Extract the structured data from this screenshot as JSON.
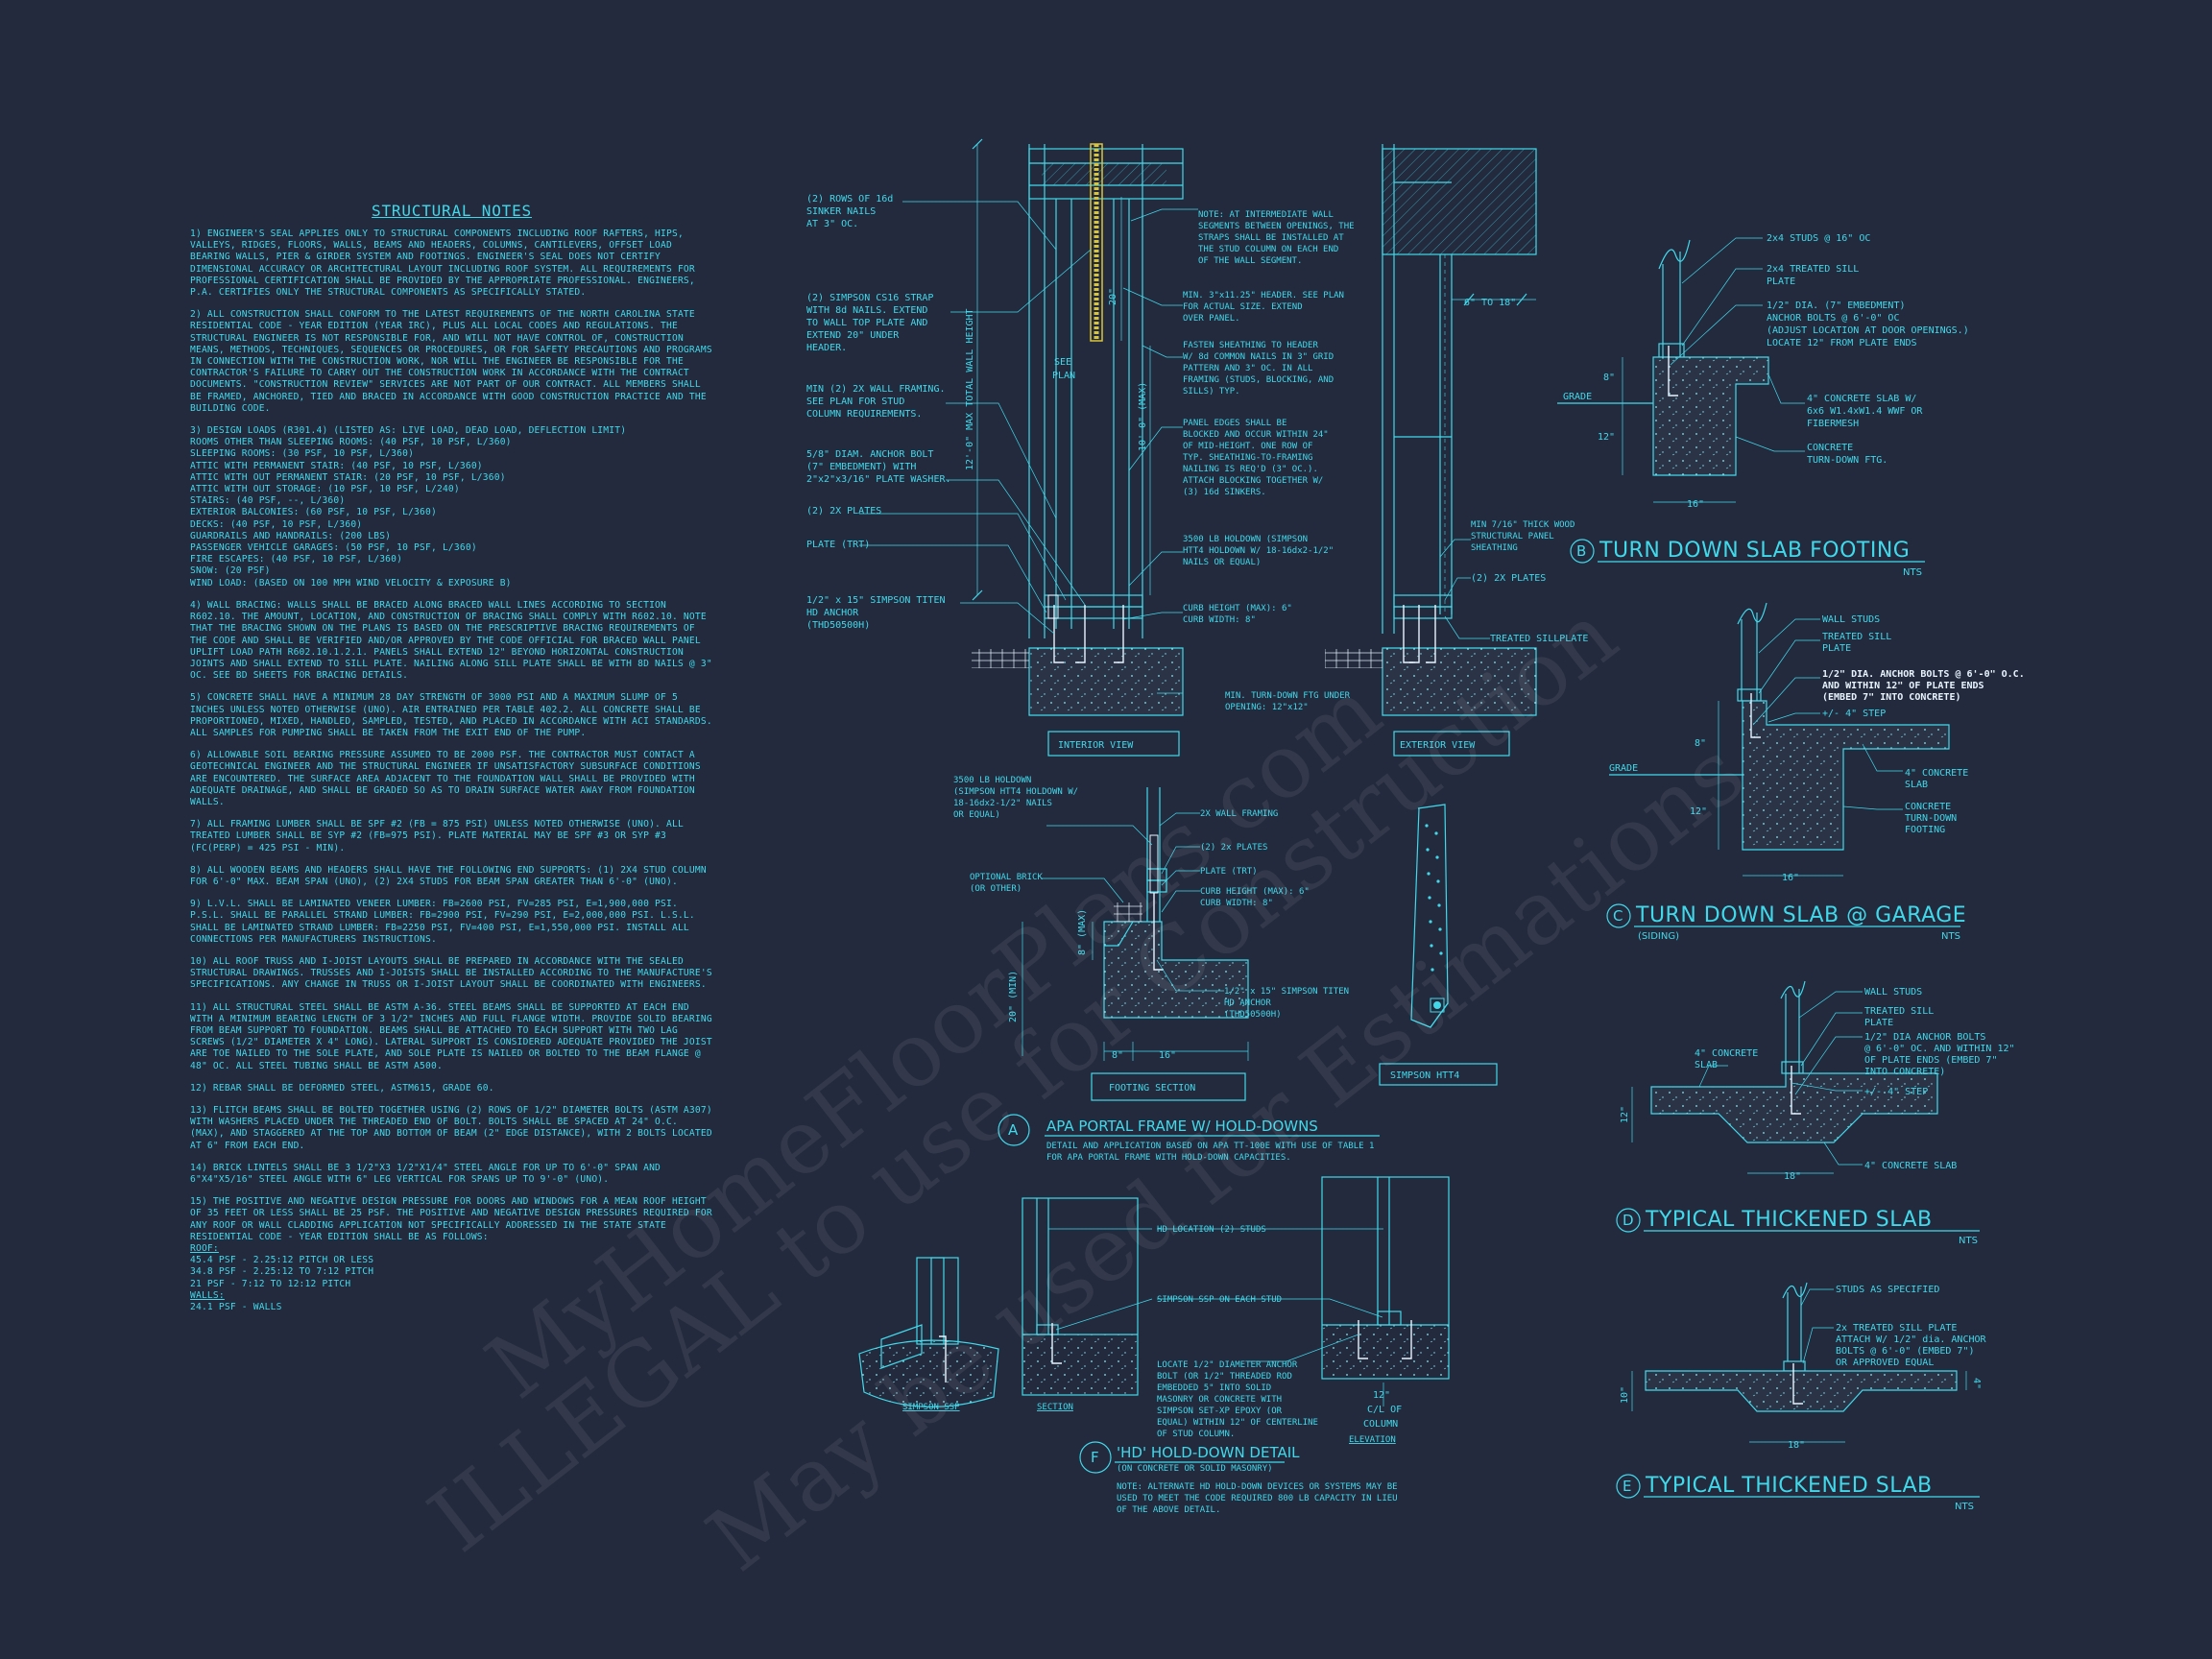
{
  "notes": {
    "title": "STRUCTURAL NOTES",
    "items": [
      "1) ENGINEER'S SEAL APPLIES ONLY TO STRUCTURAL COMPONENTS INCLUDING ROOF RAFTERS, HIPS, VALLEYS, RIDGES, FLOORS, WALLS, BEAMS AND HEADERS, COLUMNS, CANTILEVERS, OFFSET LOAD BEARING WALLS, PIER & GIRDER SYSTEM AND FOOTINGS. ENGINEER'S SEAL DOES NOT CERTIFY DIMENSIONAL ACCURACY OR ARCHITECTURAL LAYOUT INCLUDING ROOF SYSTEM. ALL REQUIREMENTS FOR PROFESSIONAL CERTIFICATION SHALL BE PROVIDED BY THE APPROPRIATE PROFESSIONAL. ENGINEERS, P.A. CERTIFIES ONLY THE STRUCTURAL COMPONENTS AS SPECIFICALLY STATED.",
      "2) ALL CONSTRUCTION SHALL CONFORM TO THE LATEST REQUIREMENTS OF THE NORTH CAROLINA STATE RESIDENTIAL CODE - YEAR EDITION (YEAR IRC), PLUS ALL LOCAL CODES AND REGULATIONS. THE STRUCTURAL ENGINEER IS NOT RESPONSIBLE FOR, AND WILL NOT HAVE CONTROL OF, CONSTRUCTION MEANS, METHODS, TECHNIQUES, SEQUENCES OR PROCEDURES, OR FOR SAFETY PRECAUTIONS AND PROGRAMS IN CONNECTION WITH THE CONSTRUCTION WORK, NOR WILL THE ENGINEER BE RESPONSIBLE FOR THE CONTRACTOR'S FAILURE TO CARRY OUT THE CONSTRUCTION WORK IN ACCORDANCE WITH THE CONTRACT DOCUMENTS. \"CONSTRUCTION REVIEW\" SERVICES ARE NOT PART OF OUR CONTRACT. ALL MEMBERS SHALL BE FRAMED, ANCHORED, TIED AND BRACED IN ACCORDANCE WITH GOOD CONSTRUCTION PRACTICE AND THE BUILDING CODE.",
      "3) DESIGN LOADS (R301.4) (LISTED AS: LIVE LOAD, DEAD LOAD, DEFLECTION LIMIT)\nROOMS OTHER THAN SLEEPING ROOMS: (40 PSF, 10 PSF, L/360)\nSLEEPING ROOMS: (30 PSF, 10 PSF, L/360)\nATTIC WITH PERMANENT STAIR: (40 PSF, 10 PSF, L/360)\nATTIC WITH OUT PERMANENT STAIR: (20 PSF, 10 PSF, L/360)\nATTIC WITH OUT STORAGE: (10 PSF, 10 PSF, L/240)\nSTAIRS: (40 PSF, --, L/360)\nEXTERIOR BALCONIES: (60 PSF, 10 PSF, L/360)\nDECKS: (40 PSF, 10 PSF, L/360)\nGUARDRAILS AND HANDRAILS: (200 LBS)\nPASSENGER VEHICLE GARAGES: (50 PSF, 10 PSF, L/360)\nFIRE ESCAPES: (40 PSF, 10 PSF, L/360)\nSNOW: (20    PSF)\nWIND LOAD: (BASED ON 100 MPH WIND VELOCITY & EXPOSURE B)",
      "4) WALL BRACING: WALLS SHALL BE BRACED ALONG BRACED WALL LINES ACCORDING TO SECTION R602.10. THE AMOUNT, LOCATION, AND CONSTRUCTION OF BRACING SHALL COMPLY WITH R602.10. NOTE THAT THE BRACING SHOWN ON THE PLANS IS BASED ON THE PRESCRIPTIVE BRACING REQUIREMENTS OF THE CODE AND SHALL BE VERIFIED AND/OR APPROVED BY THE CODE OFFICIAL FOR BRACED WALL PANEL UPLIFT LOAD PATH R602.10.1.2.1. PANELS SHALL EXTEND 12\" BEYOND HORIZONTAL CONSTRUCTION JOINTS AND SHALL EXTEND TO SILL PLATE. NAILING ALONG SILL PLATE SHALL BE WITH 8D NAILS @ 3\" OC. SEE BD SHEETS FOR BRACING DETAILS.",
      "5) CONCRETE SHALL HAVE A MINIMUM 28 DAY STRENGTH OF 3000 PSI AND A MAXIMUM SLUMP OF 5 INCHES UNLESS NOTED OTHERWISE (UNO). AIR ENTRAINED PER TABLE 402.2. ALL CONCRETE SHALL BE PROPORTIONED, MIXED, HANDLED, SAMPLED, TESTED, AND PLACED IN ACCORDANCE WITH ACI STANDARDS. ALL SAMPLES FOR PUMPING SHALL BE TAKEN FROM THE EXIT END OF THE PUMP.",
      "6) ALLOWABLE SOIL BEARING PRESSURE ASSUMED TO BE 2000 PSF. THE CONTRACTOR MUST CONTACT A GEOTECHNICAL ENGINEER AND THE STRUCTURAL ENGINEER IF UNSATISFACTORY SUBSURFACE CONDITIONS ARE ENCOUNTERED. THE SURFACE AREA ADJACENT TO THE FOUNDATION WALL SHALL BE PROVIDED WITH ADEQUATE DRAINAGE, AND SHALL BE GRADED SO AS TO DRAIN SURFACE WATER AWAY FROM FOUNDATION WALLS.",
      "7) ALL FRAMING LUMBER SHALL BE SPF #2 (FB = 875 PSI) UNLESS NOTED OTHERWISE (UNO). ALL TREATED LUMBER SHALL BE SYP #2 (FB=975 PSI). PLATE MATERIAL MAY BE SPF #3 OR SYP #3 (FC(PERP) = 425 PSI - MIN).",
      "8) ALL WOODEN BEAMS AND HEADERS SHALL HAVE THE FOLLOWING END SUPPORTS: (1) 2X4 STUD COLUMN FOR 6'-0\" MAX. BEAM SPAN (UNO), (2) 2X4 STUDS FOR BEAM SPAN GREATER THAN 6'-0\" (UNO).",
      "9) L.V.L. SHALL BE LAMINATED VENEER LUMBER: FB=2600 PSI, FV=285 PSI, E=1,900,000 PSI. P.S.L. SHALL BE PARALLEL STRAND LUMBER: FB=2900 PSI, FV=290 PSI, E=2,000,000 PSI. L.S.L. SHALL BE LAMINATED STRAND LUMBER: FB=2250 PSI, FV=400 PSI, E=1,550,000 PSI. INSTALL ALL CONNECTIONS PER MANUFACTURERS INSTRUCTIONS.",
      "10) ALL ROOF TRUSS AND I-JOIST LAYOUTS SHALL BE PREPARED IN ACCORDANCE WITH THE SEALED STRUCTURAL DRAWINGS. TRUSSES AND I-JOISTS SHALL BE INSTALLED ACCORDING TO THE MANUFACTURE'S SPECIFICATIONS. ANY CHANGE IN TRUSS OR I-JOIST LAYOUT SHALL BE COORDINATED WITH ENGINEERS.",
      "11) ALL STRUCTURAL STEEL SHALL BE ASTM A-36. STEEL BEAMS SHALL BE SUPPORTED AT EACH END WITH A MINIMUM BEARING LENGTH OF 3 1/2\" INCHES AND FULL FLANGE WIDTH. PROVIDE SOLID BEARING FROM BEAM SUPPORT TO FOUNDATION. BEAMS SHALL BE ATTACHED TO EACH SUPPORT WITH TWO LAG SCREWS (1/2\" DIAMETER X 4\" LONG). LATERAL SUPPORT IS CONSIDERED ADEQUATE PROVIDED THE JOIST ARE TOE NAILED TO THE SOLE PLATE, AND SOLE PLATE IS NAILED OR BOLTED TO THE BEAM FLANGE @ 48\" OC. ALL STEEL TUBING SHALL BE ASTM A500.",
      "12) REBAR SHALL BE DEFORMED STEEL, ASTM615, GRADE 60.",
      "13) FLITCH BEAMS SHALL BE BOLTED TOGETHER USING (2) ROWS OF 1/2\" DIAMETER BOLTS (ASTM A307) WITH WASHERS PLACED UNDER THE THREADED END OF BOLT. BOLTS SHALL BE SPACED AT 24\" O.C. (MAX), AND STAGGERED AT THE TOP AND BOTTOM OF BEAM (2\" EDGE DISTANCE), WITH 2 BOLTS LOCATED AT 6\" FROM EACH END.",
      "14) BRICK LINTELS SHALL BE 3 1/2\"X3 1/2\"X1/4\" STEEL ANGLE FOR UP TO 6'-0\" SPAN AND 6\"X4\"X5/16\" STEEL ANGLE WITH 6\" LEG VERTICAL FOR SPANS UP TO 9'-0\" (UNO).",
      "15) THE POSITIVE AND NEGATIVE DESIGN PRESSURE FOR DOORS AND WINDOWS FOR A MEAN ROOF HEIGHT OF 35 FEET OR LESS SHALL BE 25 PSF. THE POSITIVE AND NEGATIVE DESIGN PRESSURES REQUIRED FOR ANY ROOF OR WALL CLADDING APPLICATION NOT SPECIFICALLY ADDRESSED IN THE STATE STATE RESIDENTIAL CODE - YEAR EDITION SHALL BE AS FOLLOWS:"
    ],
    "roof_head": "ROOF:",
    "roof_lines": [
      "45.4 PSF - 2.25:12 PITCH OR LESS",
      "34.8 PSF - 2.25:12 TO 7:12 PITCH",
      "21 PSF - 7:12 TO 12:12 PITCH"
    ],
    "walls_head": "WALLS:",
    "walls_lines": [
      "24.1 PSF - WALLS"
    ]
  },
  "detail_a": {
    "interior": {
      "label1": [
        "(2) ROWS OF 16d",
        "SINKER NAILS",
        "AT 3\" OC."
      ],
      "label2": [
        "(2) SIMPSON CS16 STRAP",
        "WITH 8d NAILS. EXTEND",
        "TO WALL TOP PLATE AND",
        "EXTEND 20\" UNDER",
        "HEADER."
      ],
      "label3": [
        "MIN (2) 2X WALL FRAMING.",
        "SEE PLAN FOR STUD",
        "COLUMN REQUIREMENTS."
      ],
      "label4": [
        "5/8\" DIAM. ANCHOR BOLT",
        "(7\" EMBEDMENT) WITH",
        "2\"x2\"x3/16\" PLATE WASHER."
      ],
      "label5": "(2) 2X PLATES",
      "label6": "PLATE (TRT)",
      "label7": [
        "1/2\" x 15\" SIMPSON TITEN",
        "HD ANCHOR",
        "(THD50500H)"
      ],
      "see_plan": [
        "SEE",
        "PLAN"
      ],
      "dim_20": "20\"",
      "dim_max_wall": "12'-0\" MAX TOTAL WALL HEIGHT",
      "dim_10max": "10'-0\" (MAX)",
      "tag": "INTERIOR VIEW"
    },
    "notes_mid": {
      "note1": [
        "NOTE: AT INTERMEDIATE WALL",
        "SEGMENTS BETWEEN OPENINGS, THE",
        "STRAPS SHALL BE INSTALLED AT",
        "THE STUD COLUMN ON EACH END",
        "OF THE WALL SEGMENT."
      ],
      "note2": [
        "MIN. 3\"x11.25\" HEADER. SEE PLAN",
        "FOR ACTUAL SIZE. EXTEND",
        "OVER PANEL."
      ],
      "note3": [
        "FASTEN SHEATHING TO HEADER",
        "W/ 8d COMMON NAILS IN 3\" GRID",
        "PATTERN AND 3\" OC. IN ALL",
        "FRAMING (STUDS, BLOCKING, AND",
        "SILLS) TYP."
      ],
      "note4": [
        "PANEL EDGES SHALL BE",
        "BLOCKED AND OCCUR WITHIN 24\"",
        "OF MID-HEIGHT. ONE ROW OF",
        "TYP. SHEATHING-TO-FRAMING",
        "NAILING IS REQ'D (3\" OC.).",
        "ATTACH BLOCKING TOGETHER W/",
        "(3) 16d SINKERS."
      ],
      "note5": [
        "3500 LB HOLDOWN (SIMPSON",
        "HTT4 HOLDOWN W/ 18-16dx2-1/2\"",
        "NAILS OR EQUAL)"
      ],
      "note6": [
        "CURB HEIGHT (MAX): 6\"",
        "CURB WIDTH: 8\""
      ],
      "note7": [
        "MIN. TURN-DOWN FTG UNDER",
        "OPENING: 12\"x12\""
      ]
    },
    "exterior": {
      "dim": "6\" TO 18\"",
      "label1": [
        "MIN 7/16\" THICK WOOD",
        "STRUCTURAL PANEL",
        "SHEATHING"
      ],
      "label2": "(2) 2X PLATES",
      "label3": "TREATED SILLPLATE",
      "tag": "EXTERIOR VIEW"
    },
    "footing": {
      "hold1": [
        "3500 LB HOLDOWN",
        "(SIMPSON HTT4 HOLDOWN W/",
        "18-16dx2-1/2\" NAILS",
        "OR EQUAL)"
      ],
      "brick": [
        "OPTIONAL BRICK",
        "(OR OTHER)"
      ],
      "r1": "2X WALL FRAMING",
      "r2": "(2) 2x PLATES",
      "r3": "PLATE (TRT)",
      "r4": [
        "CURB HEIGHT (MAX): 6\"",
        "CURB WIDTH: 8\""
      ],
      "r5": [
        "1/2\" x 15\" SIMPSON TITEN",
        "HD ANCHOR",
        "(THD50500H)"
      ],
      "dim_8max": "8\" (MAX)",
      "dim_20min": "20\" (MIN)",
      "dim_8": "8\"",
      "dim_16": "16\"",
      "tag": "FOOTING SECTION",
      "htt4_tag": "SIMPSON HTT4"
    },
    "letter": "A",
    "title": "APA PORTAL FRAME W/ HOLD-DOWNS",
    "sub1": "DETAIL AND APPLICATION BASED ON APA TT-100E WITH USE OF TABLE 1",
    "sub2": "FOR APA PORTAL FRAME WITH HOLD-DOWN CAPACITIES."
  },
  "detail_b": {
    "l1": "2x4 STUDS @ 16\" OC",
    "l2": [
      "2x4 TREATED SILL",
      "PLATE"
    ],
    "l3": [
      "1/2\" DIA. (7\" EMBEDMENT)",
      "ANCHOR BOLTS @ 6'-0\" OC",
      "(ADJUST LOCATION AT DOOR OPENINGS.)",
      "LOCATE 12\" FROM PLATE ENDS"
    ],
    "l4": [
      "4\" CONCRETE SLAB W/",
      "6x6 W1.4xW1.4 WWF OR",
      "FIBERMESH"
    ],
    "l5": [
      "CONCRETE",
      "TURN-DOWN FTG."
    ],
    "grade": "GRADE",
    "dim_8": "8\"",
    "dim_12": "12\"",
    "dim_16": "16\"",
    "letter": "B",
    "title": "TURN DOWN SLAB FOOTING",
    "nts": "NTS"
  },
  "detail_c": {
    "l1": "WALL STUDS",
    "l2": [
      "TREATED SILL",
      "PLATE"
    ],
    "l3": [
      "1/2\" DIA. ANCHOR BOLTS @ 6'-0\" O.C.",
      "AND WITHIN 12\" OF PLATE ENDS",
      "(EMBED 7\" INTO CONCRETE)"
    ],
    "l4": "+/- 4\" STEP",
    "l5": [
      "4\" CONCRETE",
      "SLAB"
    ],
    "l6": [
      "CONCRETE",
      "TURN-DOWN",
      "FOOTING"
    ],
    "grade": "GRADE",
    "dim_8": "8\"",
    "dim_12": "12\"",
    "dim_16": "16\"",
    "letter": "C",
    "title": "TURN DOWN SLAB @ GARAGE",
    "siding": "(SIDING)",
    "nts": "NTS"
  },
  "detail_d": {
    "l1": "WALL STUDS",
    "l2": [
      "TREATED SILL",
      "PLATE"
    ],
    "l3": [
      "1/2\" DIA ANCHOR BOLTS",
      "@ 6'-0\" OC. AND WITHIN 12\"",
      "OF PLATE ENDS (EMBED 7\"",
      "INTO CONCRETE)"
    ],
    "l4": [
      "4\" CONCRETE",
      "SLAB"
    ],
    "l5": "+/- 4\" STEP",
    "l6": "4\" CONCRETE SLAB",
    "dim_12": "12\"",
    "dim_18": "18\"",
    "letter": "D",
    "title": "TYPICAL THICKENED SLAB",
    "nts": "NTS"
  },
  "detail_e": {
    "l1": "STUDS AS SPECIFIED",
    "l2": [
      "2x TREATED SILL PLATE",
      "ATTACH W/ 1/2\" dia. ANCHOR",
      "BOLTS @ 6'-0\" (EMBED 7\")",
      "OR APPROVED EQUAL"
    ],
    "dim_10": "10\"",
    "dim_4": "4\"",
    "dim_18": "18\"",
    "letter": "E",
    "title": "TYPICAL THICKENED SLAB",
    "nts": "NTS"
  },
  "detail_f": {
    "l1": "HD LOCATION (2) STUDS",
    "l2": "SIMPSON SSP ON EACH STUD",
    "l3": [
      "LOCATE 1/2\" DIAMETER ANCHOR",
      "BOLT (OR 1/2\" THREADED ROD",
      "EMBEDDED 5\" INTO SOLID",
      "MASONRY OR CONCRETE WITH",
      "SIMPSON SET-XP EPOXY (OR",
      "EQUAL) WITHIN 12\" OF CENTERLINE",
      "OF STUD COLUMN."
    ],
    "col_dim": [
      "12\"",
      "C/L OF",
      "COLUMN"
    ],
    "simpson_ssp": "SIMPSON SSP",
    "section": "SECTION",
    "elevation": "ELEVATION",
    "letter": "F",
    "title": "'HD' HOLD-DOWN DETAIL",
    "sub": "(ON CONCRETE OR SOLID MASONRY)",
    "note": [
      "NOTE: ALTERNATE HD HOLD-DOWN DEVICES OR SYSTEMS MAY BE",
      "USED TO MEET THE CODE REQUIRED 800 LB CAPACITY IN LIEU",
      "OF THE ABOVE DETAIL."
    ]
  },
  "watermark": {
    "line1": "MyHomeFloorPlans.com",
    "line2": "ILLEGAL to use for Construction",
    "line3": "May be used for Estimations"
  },
  "colors": {
    "background": "#232a3d",
    "linework": "#41d9ea",
    "highlight": "#e8f4ff",
    "strap": "#d9c53a"
  }
}
